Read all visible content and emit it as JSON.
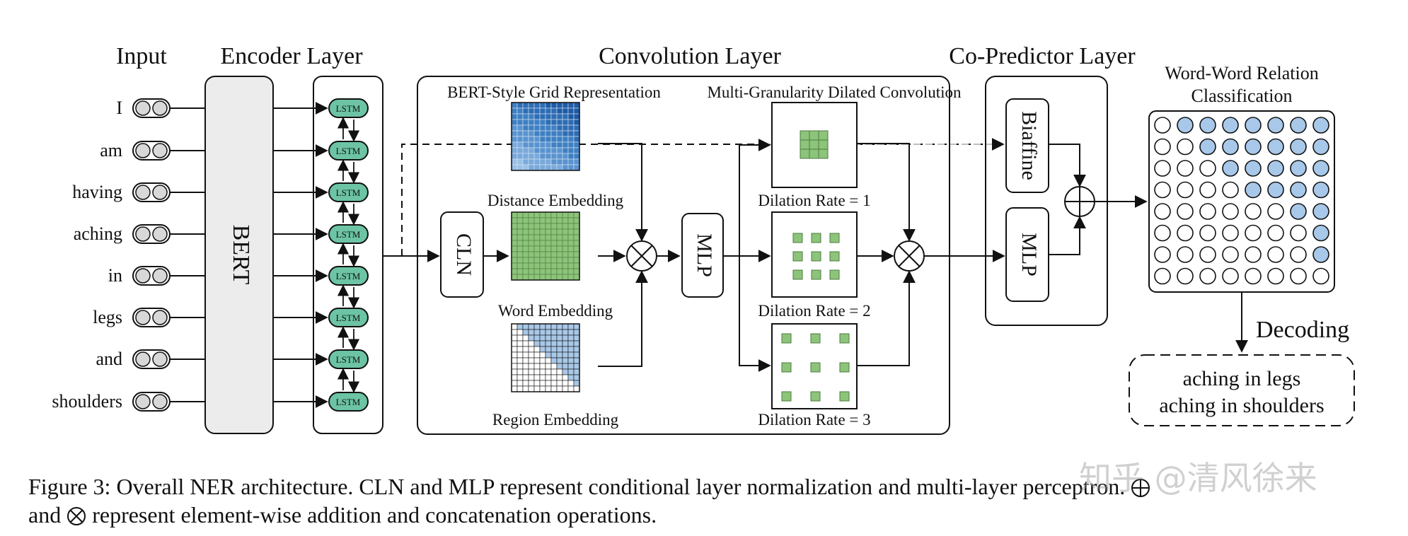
{
  "sections": {
    "input": "Input",
    "encoder": "Encoder Layer",
    "convolution": "Convolution Layer",
    "copredictor": "Co-Predictor Layer"
  },
  "input_words": [
    "I",
    "am",
    "having",
    "aching",
    "in",
    "legs",
    "and",
    "shoulders"
  ],
  "bert_label": "BERT",
  "lstm_label": "LSTM",
  "conv": {
    "grid_title": "BERT-Style Grid Representation",
    "dilated_title": "Multi-Granularity Dilated Convolution",
    "distance_embedding": "Distance Embedding",
    "word_embedding": "Word Embedding",
    "region_embedding": "Region Embedding",
    "cln": "CLN",
    "mlp": "MLP",
    "dilation_rates": [
      "Dilation Rate = 1",
      "Dilation Rate = 2",
      "Dilation Rate = 3"
    ]
  },
  "copredictor": {
    "biaffine": "Biaffine",
    "mlp": "MLP"
  },
  "classification": {
    "title_line1": "Word-Word Relation",
    "title_line2": "Classification",
    "grid_rows": [
      [
        0,
        1,
        1,
        1,
        1,
        1,
        1,
        1
      ],
      [
        0,
        0,
        1,
        1,
        1,
        1,
        1,
        1
      ],
      [
        0,
        0,
        0,
        1,
        1,
        1,
        1,
        1
      ],
      [
        0,
        0,
        0,
        0,
        1,
        1,
        1,
        1
      ],
      [
        0,
        0,
        0,
        0,
        0,
        0,
        1,
        1
      ],
      [
        0,
        0,
        0,
        0,
        0,
        0,
        0,
        1
      ],
      [
        0,
        0,
        0,
        0,
        0,
        0,
        0,
        1
      ],
      [
        0,
        0,
        0,
        0,
        0,
        0,
        0,
        0
      ]
    ]
  },
  "decoding": {
    "label": "Decoding",
    "results": [
      "aching in legs",
      "aching in shoulders"
    ]
  },
  "caption": {
    "line1": "Figure 3: Overall NER architecture. CLN and MLP represent conditional layer normalization and multi-layer perceptron.",
    "line2_a": "and",
    "line2_b": "represent element-wise addition and concatenation operations."
  },
  "watermark": "知乎 @清风徐来",
  "colors": {
    "lstm_fill": "#6cc4a4",
    "distance_dark": "#2e6db4",
    "word_green": "#8cc47a",
    "region_blue": "#a9c8e8",
    "dilated_green": "#8cc47a",
    "class_blue": "#a8c8ea",
    "bert_fill": "#ececec"
  }
}
